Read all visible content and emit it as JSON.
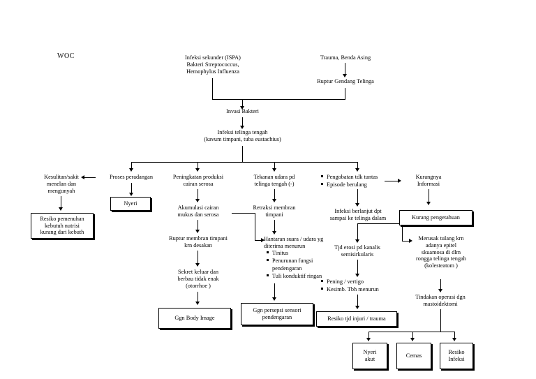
{
  "page": {
    "title_label": "WOC",
    "accent": "#000000",
    "background": "#ffffff"
  },
  "nodes": {
    "infeksi_sekunder": "Infeksi sekunder (ISPA)\nBakteri Streptococcus,\nHemophylus Influenza",
    "trauma": "Trauma, Benda Asing",
    "ruptur_gendang": "Ruptur Gendang Telinga",
    "invasi_bakteri": "Invasi Bakteri",
    "infeksi_telinga_tengah": "Infeksi telinga tengah\n(kavum timpani, tuba eustachius)",
    "kesulitan_menelan": "Kesulitan/sakit\nmenelan dan\nmengunyah",
    "proses_peradangan": "Proses peradangan",
    "peningkatan_produksi": "Peningkatan produksi\ncairan serosa",
    "tekanan_udara": "Tekanan udara pd\ntelinga tengah (-)",
    "kurangnya_informasi": "Kurangnya\nInformasi",
    "akumulasi_cairan": "Akumulasi cairan\nmukus dan serosa",
    "retraksi_membran": "Retraksi membran\ntimpani",
    "infeksi_berlanjut": "Infeksi berlanjut dpt\nsampai ke telinga dalam",
    "ruptur_membran": "Ruptur membran timpani\nkrn desakan",
    "hantaran_suara": "Hantaran suara / udara yg\nditerima menurun",
    "tjd_erosi": "Tjd erosi pd kanalis\nsemisirkularis",
    "merusak_tulang": "Merusak tulang krn\nadanya epitel\nskuamosa di dlm\nrongga telinga tengah\n(kolesteatom )",
    "sekret_keluar": "Sekret keluar dan\nberbau tidak enak\n(otorrhoe )",
    "tindakan_operasi": "Tindakan operasi dgn\nmastoidektomi"
  },
  "bullet_groups": {
    "pengobatan": [
      "Pengobatan tdk tuntas",
      "Episode berulang"
    ],
    "hantaran": [
      "Tinitus",
      "Penurunan fungsi\npendengaran",
      "Tuli konduktif ringan"
    ],
    "erosi": [
      "Pening / vertigo",
      "Kesimb. Tbh menurun"
    ]
  },
  "boxes": {
    "resiko_nutrisi": "Resiko pemenuhan\nkebutuh nutrisi\nkurang dari kebuth",
    "nyeri": "Nyeri",
    "ggn_body_image": "Ggn Body Image",
    "ggn_persepsi": "Ggn persepsi sensori\npendengaran",
    "resiko_injuri": "Resiko tjd injuri / trauma",
    "kurang_pengetahuan": "Kurang pengetahuan",
    "nyeri_akut": "Nyeri\nakut",
    "cemas": "Cemas",
    "resiko_infeksi": "Resiko\nInfeksi"
  }
}
